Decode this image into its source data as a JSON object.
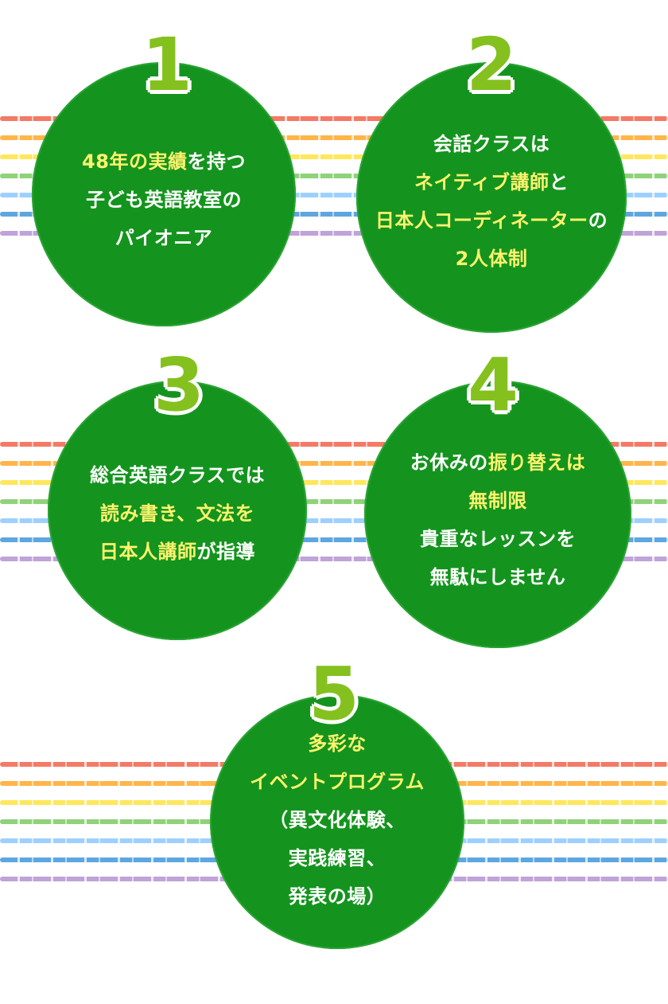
{
  "stripe_colors": [
    "#f47a66",
    "#ffb54a",
    "#ffe75c",
    "#8fd27a",
    "#9ed0ff",
    "#5ea6e0",
    "#bfa3d9"
  ],
  "circle_color": "#14941e",
  "number_color": "#84c11f",
  "highlight_color": "#fff36e",
  "features": [
    {
      "number": "1",
      "lines": [
        [
          {
            "t": "48年の実績",
            "c": "y"
          },
          {
            "t": "を持つ",
            "c": "w"
          }
        ],
        [
          {
            "t": "子ども英語教室の",
            "c": "w"
          }
        ],
        [
          {
            "t": "パイオニア",
            "c": "w"
          }
        ]
      ]
    },
    {
      "number": "2",
      "lines": [
        [
          {
            "t": "会話クラスは",
            "c": "w"
          }
        ],
        [
          {
            "t": "ネイティブ講師",
            "c": "y"
          },
          {
            "t": "と",
            "c": "w"
          }
        ],
        [
          {
            "t": "日本人コーディネーター",
            "c": "y"
          },
          {
            "t": "の",
            "c": "w"
          }
        ],
        [
          {
            "t": "2人体制",
            "c": "y"
          }
        ]
      ]
    },
    {
      "number": "3",
      "lines": [
        [
          {
            "t": "総合英語クラスでは",
            "c": "w"
          }
        ],
        [
          {
            "t": "読み書き、文法を",
            "c": "y"
          }
        ],
        [
          {
            "t": "日本人講師",
            "c": "y"
          },
          {
            "t": "が指導",
            "c": "w"
          }
        ]
      ]
    },
    {
      "number": "4",
      "lines": [
        [
          {
            "t": "お休みの",
            "c": "w"
          },
          {
            "t": "振り替えは",
            "c": "y"
          }
        ],
        [
          {
            "t": "無制限",
            "c": "y"
          }
        ],
        [
          {
            "t": "貴重なレッスンを",
            "c": "w"
          }
        ],
        [
          {
            "t": "無駄にしません",
            "c": "w"
          }
        ]
      ]
    },
    {
      "number": "5",
      "lines": [
        [
          {
            "t": "多彩な",
            "c": "y"
          }
        ],
        [
          {
            "t": "イベントプログラム",
            "c": "y"
          }
        ],
        [
          {
            "t": "（異文化体験、",
            "c": "w"
          }
        ],
        [
          {
            "t": "実践練習、",
            "c": "w"
          }
        ],
        [
          {
            "t": "発表の場）",
            "c": "w"
          }
        ]
      ]
    }
  ]
}
